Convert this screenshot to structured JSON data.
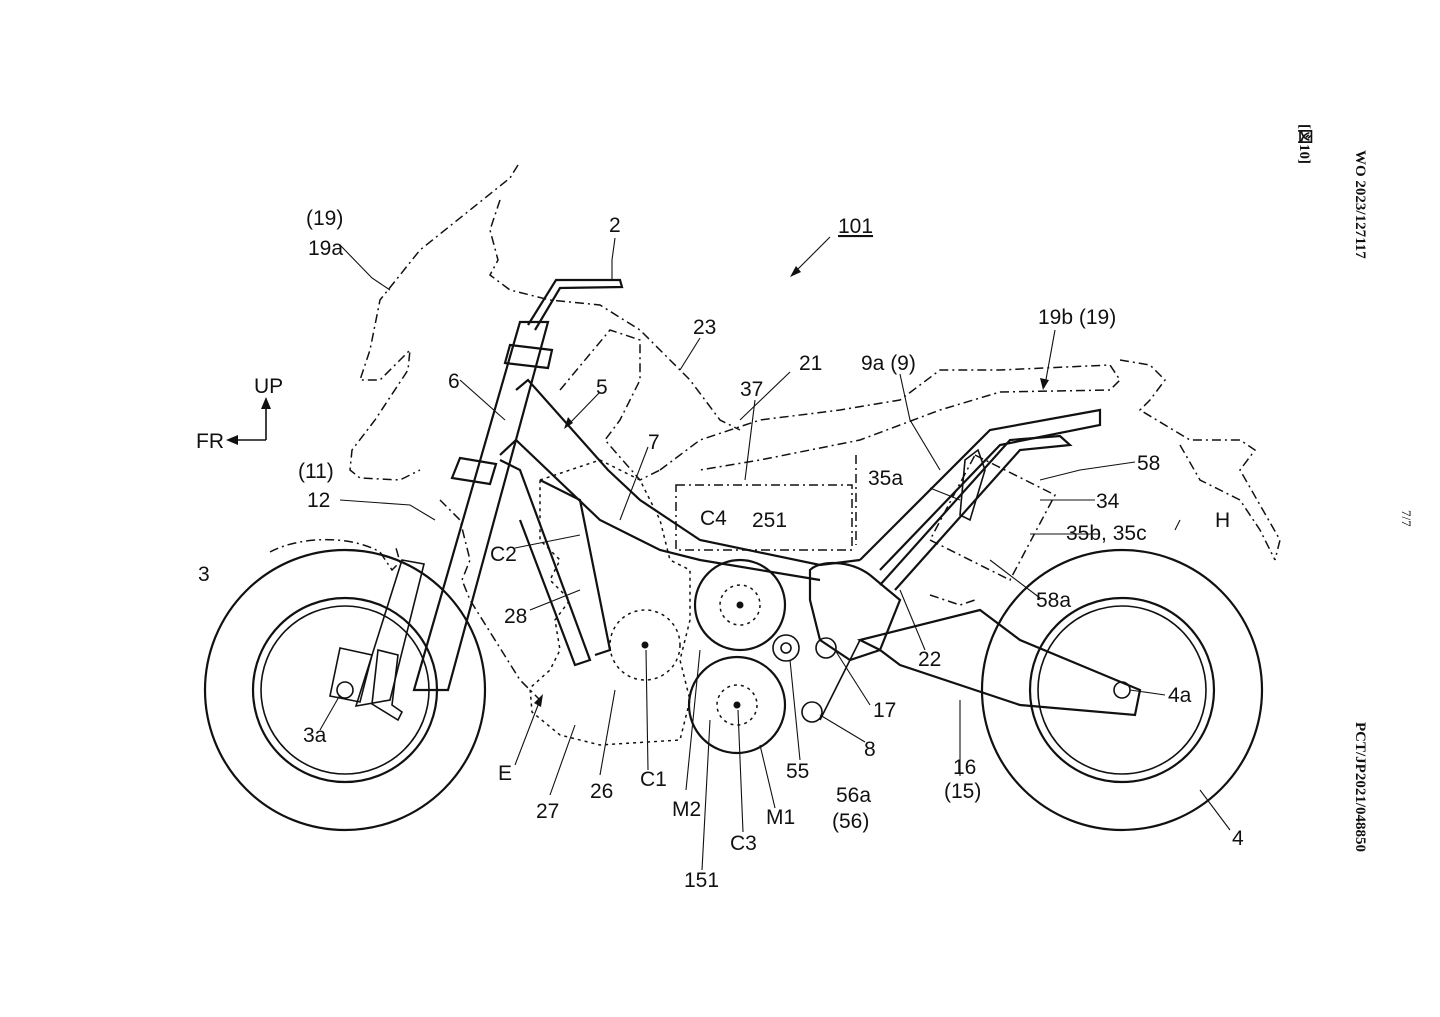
{
  "header": {
    "pub_number": "WO 2023/127117",
    "figure_label": "[図10]",
    "page_number": "7/7",
    "app_number": "PCT/JP2021/048850"
  },
  "directions": {
    "up": "UP",
    "front": "FR"
  },
  "labels": {
    "l101": "101",
    "l2": "2",
    "l19": "(19)",
    "l19a": "19a",
    "l23": "23",
    "l21": "21",
    "l37": "37",
    "l9a": "9a (9)",
    "l19b": "19b (19)",
    "l6": "6",
    "l5": "5",
    "l7": "7",
    "l11": "(11)",
    "l12": "12",
    "l3": "3",
    "lC2": "C2",
    "lC4": "C4",
    "l251": "251",
    "l35a": "35a",
    "l58": "58",
    "l34": "34",
    "l35b": "35b, 35c",
    "lH": "H",
    "l58a": "58a",
    "l28": "28",
    "l22": "22",
    "l17": "17",
    "l4a": "4a",
    "l3a": "3a",
    "lE": "E",
    "l27": "27",
    "l26": "26",
    "lC1": "C1",
    "lM2": "M2",
    "l151": "151",
    "lC3": "C3",
    "lM1": "M1",
    "l55": "55",
    "l56a": "56a",
    "l56": "(56)",
    "l8": "8",
    "l16": "16",
    "l15": "(15)",
    "l4": "4"
  }
}
